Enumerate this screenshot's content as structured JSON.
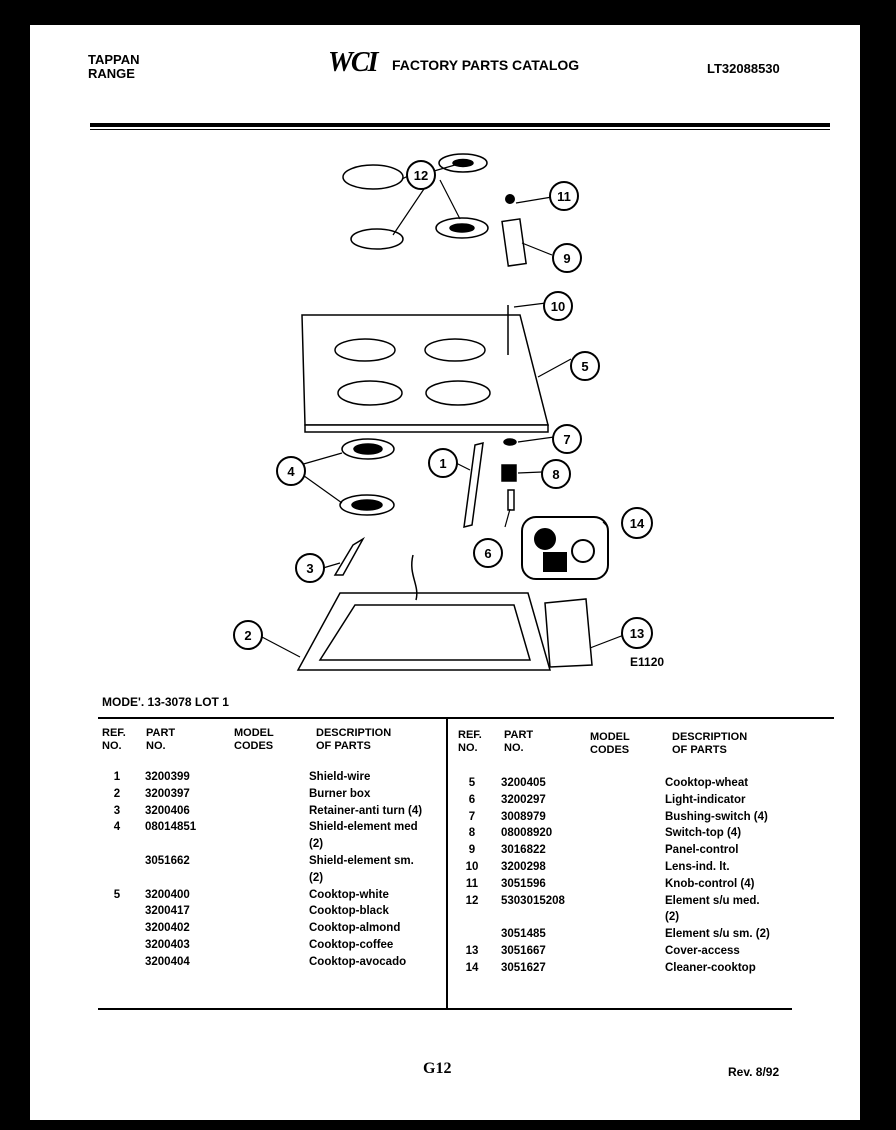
{
  "header": {
    "brand_line1": "TAPPAN",
    "brand_line2": "RANGE",
    "logo": "WCI",
    "catalog_title": "FACTORY PARTS CATALOG",
    "catalog_number": "LT32088530"
  },
  "diagram": {
    "figure_id": "E1120",
    "callouts": [
      "1",
      "2",
      "3",
      "4",
      "5",
      "6",
      "7",
      "8",
      "9",
      "10",
      "11",
      "12",
      "13",
      "14"
    ]
  },
  "model_line": "MODE'. 13-3078 LOT 1",
  "table_headers": {
    "ref": "REF.\nNO.",
    "part": "PART\nNO.",
    "model": "MODEL\nCODES",
    "desc": "DESCRIPTION\nOF PARTS"
  },
  "left_rows": [
    {
      "ref": "1",
      "part": "3200399",
      "desc": "Shield-wire"
    },
    {
      "ref": "2",
      "part": "3200397",
      "desc": "Burner box"
    },
    {
      "ref": "3",
      "part": "3200406",
      "desc": "Retainer-anti turn (4)"
    },
    {
      "ref": "4",
      "part": "08014851",
      "desc": "Shield-element med"
    },
    {
      "ref": "",
      "part": "",
      "desc": "(2)"
    },
    {
      "ref": "",
      "part": "3051662",
      "desc": "Shield-element sm."
    },
    {
      "ref": "",
      "part": "",
      "desc": "(2)"
    },
    {
      "ref": "5",
      "part": "3200400",
      "desc": "Cooktop-white"
    },
    {
      "ref": "",
      "part": "3200417",
      "desc": "Cooktop-black"
    },
    {
      "ref": "",
      "part": "3200402",
      "desc": "Cooktop-almond"
    },
    {
      "ref": "",
      "part": "3200403",
      "desc": "Cooktop-coffee"
    },
    {
      "ref": "",
      "part": "3200404",
      "desc": "Cooktop-avocado"
    }
  ],
  "right_rows": [
    {
      "ref": "5",
      "part": "3200405",
      "desc": "Cooktop-wheat"
    },
    {
      "ref": "6",
      "part": "3200297",
      "desc": "Light-indicator"
    },
    {
      "ref": "7",
      "part": "3008979",
      "desc": "Bushing-switch (4)"
    },
    {
      "ref": "8",
      "part": "08008920",
      "desc": "Switch-top (4)"
    },
    {
      "ref": "9",
      "part": "3016822",
      "desc": "Panel-control"
    },
    {
      "ref": "10",
      "part": "3200298",
      "desc": "Lens-ind. lt."
    },
    {
      "ref": "11",
      "part": "3051596",
      "desc": "Knob-control (4)"
    },
    {
      "ref": "12",
      "part": "5303015208",
      "desc": "Element s/u med."
    },
    {
      "ref": "",
      "part": "",
      "desc": "(2)"
    },
    {
      "ref": "",
      "part": "3051485",
      "desc": "Element s/u sm. (2)"
    },
    {
      "ref": "13",
      "part": "3051667",
      "desc": "Cover-access"
    },
    {
      "ref": "14",
      "part": "3051627",
      "desc": "Cleaner-cooktop"
    }
  ],
  "footer": {
    "page": "G12",
    "revision": "Rev. 8/92"
  }
}
